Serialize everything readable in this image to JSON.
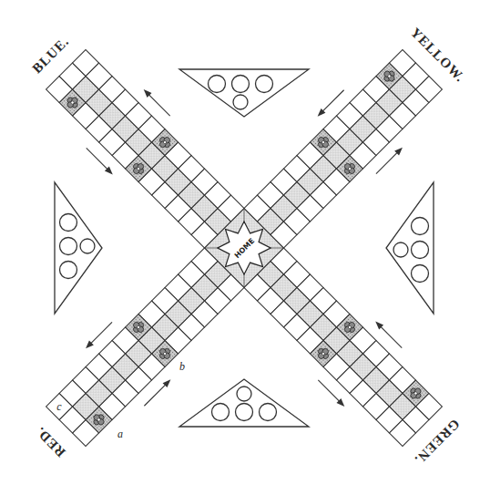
{
  "diagram": {
    "nodes": [
      {
        "text": [
          "HOME"
        ]
      }
    ],
    "labels": [
      "BLUE.",
      "YELLOW.",
      "b",
      "c",
      "RED.",
      "a",
      "GREEN."
    ]
  }
}
